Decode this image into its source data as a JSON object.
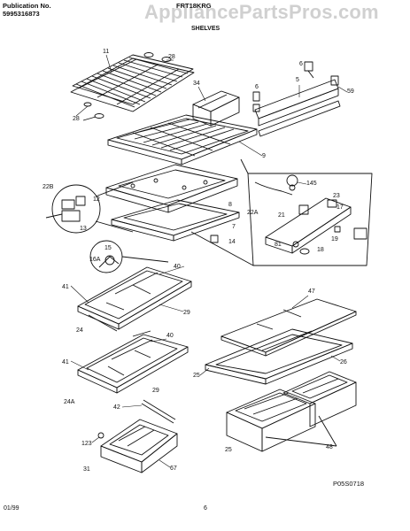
{
  "header": {
    "publication_label": "Publication No.",
    "publication_no": "5995316873",
    "model": "FRT18KRG",
    "section_title": "SHELVES"
  },
  "watermark": "AppliancePartsPros.com",
  "footer": {
    "date": "01/99",
    "page": "6",
    "figure_code": "P05S0718"
  },
  "callouts": {
    "c11": "11",
    "c28a": "28",
    "c28b": "28",
    "c34": "34",
    "c6a": "6",
    "c6b": "6",
    "c5": "5",
    "c59": "59",
    "c9": "9",
    "c145": "145",
    "c22b": "22B",
    "c12": "12",
    "c13": "13",
    "c23": "23",
    "c17": "17",
    "c8": "8",
    "c22a": "22A",
    "c21": "21",
    "c7": "7",
    "c19": "19",
    "c14": "14",
    "c81": "81",
    "c18": "18",
    "c15": "15",
    "c16a": "16A",
    "c40a": "40",
    "c41a": "41",
    "c29a": "29",
    "c24": "24",
    "c47": "47",
    "c40b": "40",
    "c41b": "41",
    "c29b": "29",
    "c24a": "24A",
    "c26": "26",
    "c25a": "25",
    "c42": "42",
    "c123": "123",
    "c31": "31",
    "c67": "67",
    "c25b": "25",
    "c48": "48"
  }
}
